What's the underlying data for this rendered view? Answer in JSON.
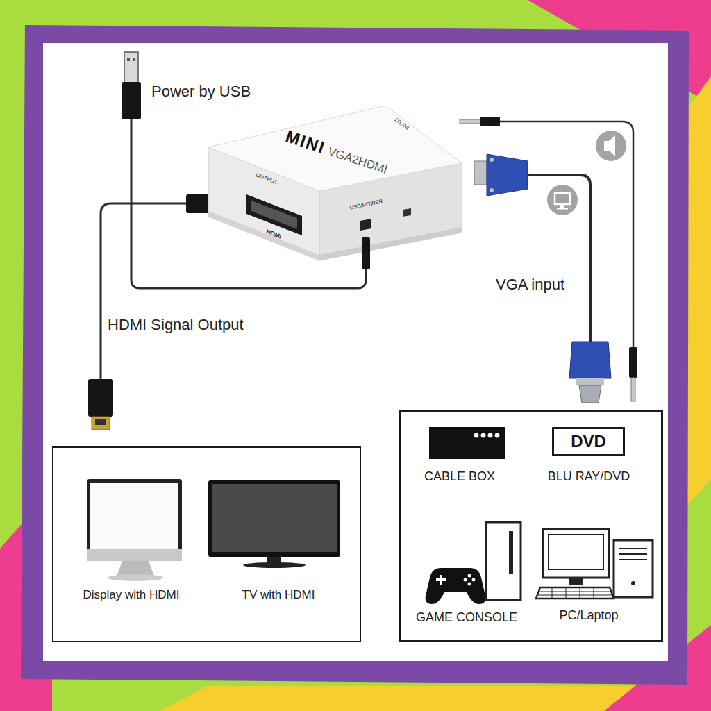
{
  "diagram": {
    "nodes": [
      {
        "text": [
          "MINI",
          "VGA2HDMI",
          "OUTPUT",
          "HDMI",
          "USB/POWER",
          "INPUT"
        ]
      },
      {
        "text": [
          "Display with HDMI",
          "TV with HDMI"
        ]
      },
      {
        "text": [
          "CABLE BOX",
          "BLU RAY/DVD",
          "GAME CONSOLE",
          "PC/Laptop"
        ]
      },
      {
        "text": [
          "DVD"
        ],
        "in": 2
      }
    ],
    "labels": [
      "Power by USB",
      "VGA input",
      "HDMI Signal Output"
    ]
  }
}
